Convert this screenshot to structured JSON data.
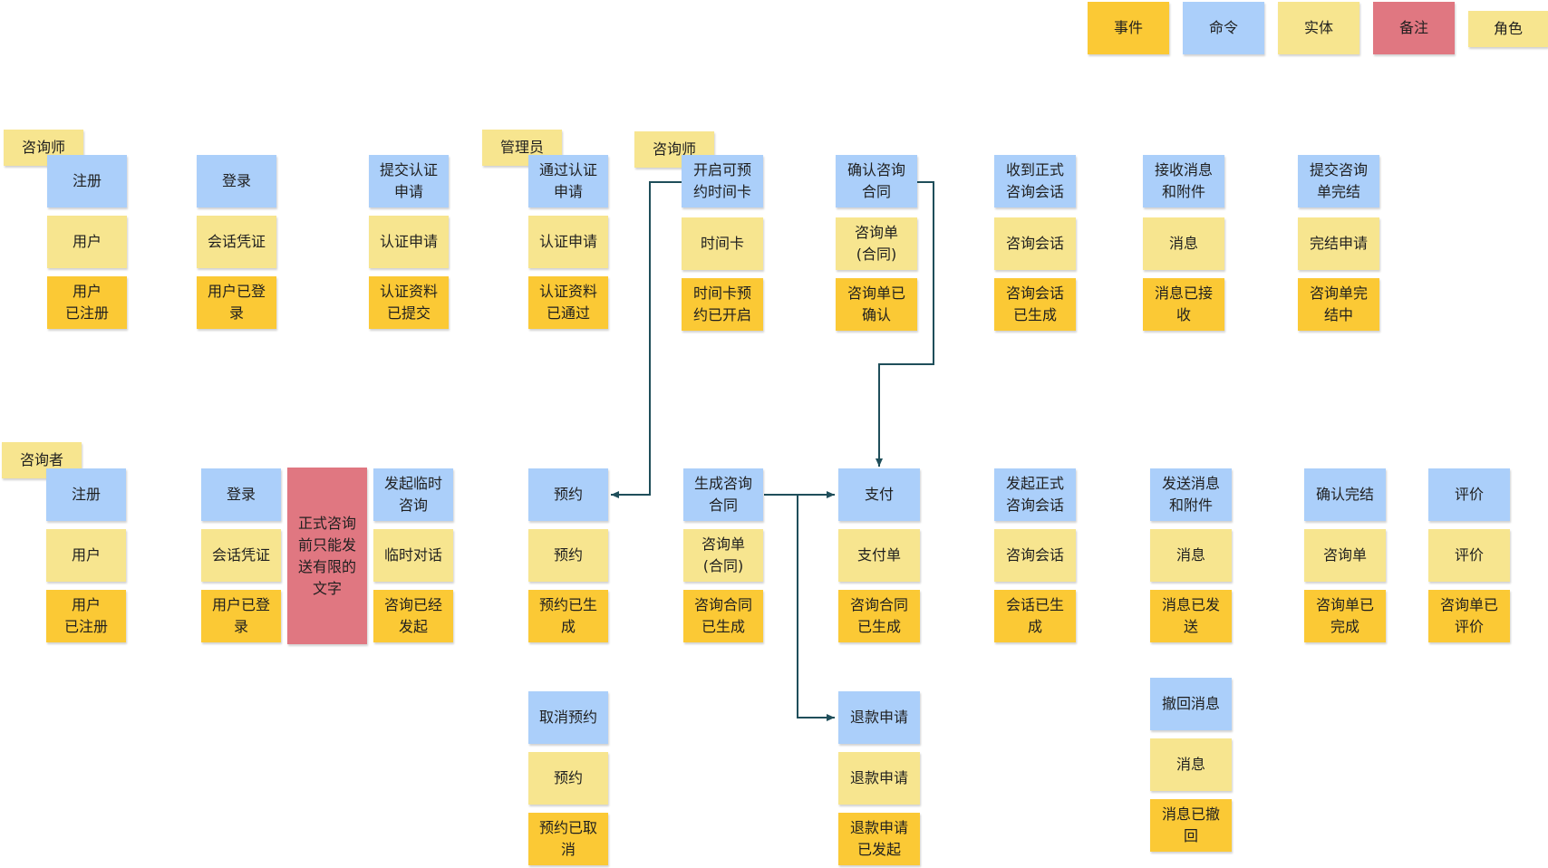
{
  "legend": {
    "event": "事件",
    "command": "命令",
    "entity": "实体",
    "note": "备注",
    "role": "角色"
  },
  "colors": {
    "command": "#abcffa",
    "event": "#fbc935",
    "entity": "#f7e58f",
    "role": "#f7e58f",
    "note": "#e07781",
    "arrow": "#1f4e5a"
  },
  "roles": {
    "consultant_1": "咨询师",
    "admin": "管理员",
    "consultant_2": "咨询师",
    "client": "咨询者"
  },
  "consultant_flow": {
    "register": {
      "command": "注册",
      "entity": "用户",
      "event": "用户\n已注册"
    },
    "login": {
      "command": "登录",
      "entity": "会话凭证",
      "event": "用户已登\n录"
    },
    "submit_cert": {
      "command": "提交认证\n申请",
      "entity": "认证申请",
      "event": "认证资料\n已提交"
    },
    "approve_cert": {
      "command": "通过认证\n申请",
      "entity": "认证申请",
      "event": "认证资料\n已通过"
    },
    "open_slots": {
      "command": "开启可预\n约时间卡",
      "entity": "时间卡",
      "event": "时间卡预\n约已开启"
    },
    "confirm_contract": {
      "command": "确认咨询\n合同",
      "entity": "咨询单\n(合同)",
      "event": "咨询单已\n确认"
    },
    "receive_session": {
      "command": "收到正式\n咨询会话",
      "entity": "咨询会话",
      "event": "咨询会话\n已生成"
    },
    "receive_message": {
      "command": "接收消息\n和附件",
      "entity": "消息",
      "event": "消息已接\n收"
    },
    "submit_finish": {
      "command": "提交咨询\n单完结",
      "entity": "完结申请",
      "event": "咨询单完\n结中"
    }
  },
  "client_flow": {
    "register": {
      "command": "注册",
      "entity": "用户",
      "event": "用户\n已注册"
    },
    "login": {
      "command": "登录",
      "entity": "会话凭证",
      "event": "用户已登\n录"
    },
    "note": "正式咨询\n前只能发\n送有限的\n文字",
    "temp_consult": {
      "command": "发起临时\n咨询",
      "entity": "临时对话",
      "event": "咨询已经\n发起"
    },
    "book": {
      "command": "预约",
      "entity": "预约",
      "event": "预约已生\n成"
    },
    "cancel_book": {
      "command": "取消预约",
      "entity": "预约",
      "event": "预约已取\n消"
    },
    "gen_contract": {
      "command": "生成咨询\n合同",
      "entity": "咨询单\n(合同)",
      "event": "咨询合同\n已生成"
    },
    "pay": {
      "command": "支付",
      "entity": "支付单",
      "event": "咨询合同\n已生成"
    },
    "refund": {
      "command": "退款申请",
      "entity": "退款申请",
      "event": "退款申请\n已发起"
    },
    "start_session": {
      "command": "发起正式\n咨询会话",
      "entity": "咨询会话",
      "event": "会话已生\n成"
    },
    "send_message": {
      "command": "发送消息\n和附件",
      "entity": "消息",
      "event": "消息已发\n送"
    },
    "recall_message": {
      "command": "撤回消息",
      "entity": "消息",
      "event": "消息已撤\n回"
    },
    "confirm_finish": {
      "command": "确认完结",
      "entity": "咨询单",
      "event": "咨询单已\n完成"
    },
    "review": {
      "command": "评价",
      "entity": "评价",
      "event": "咨询单已\n评价"
    }
  }
}
